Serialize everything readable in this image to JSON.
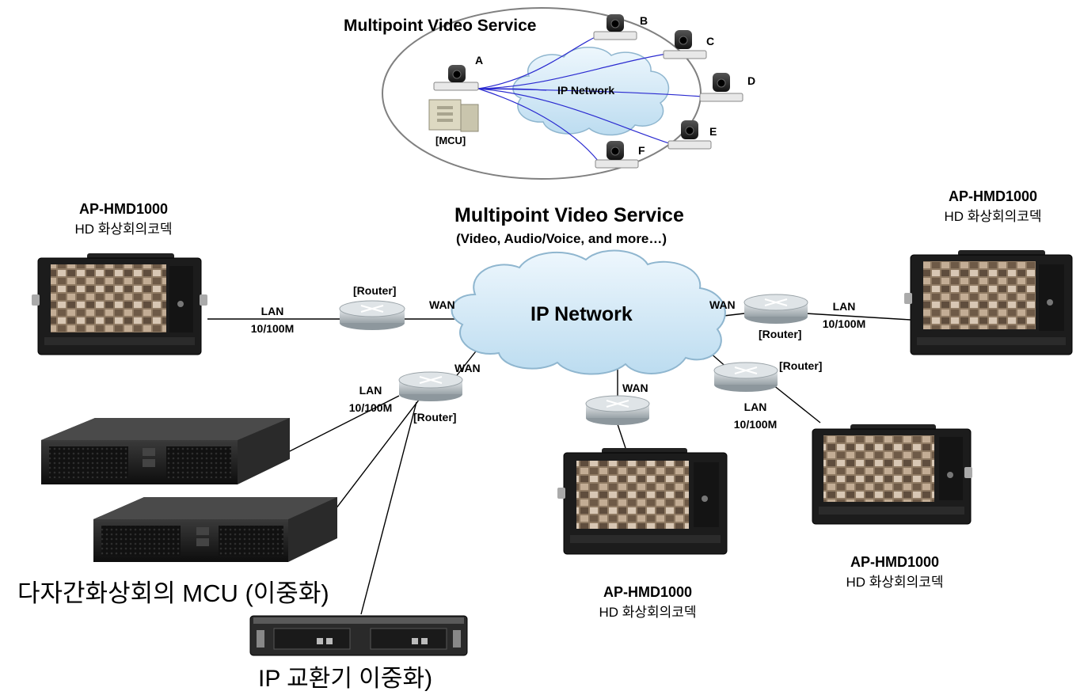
{
  "inset": {
    "title": "Multipoint Video Service",
    "network_label": "IP Network",
    "mcu_label": "[MCU]",
    "endpoints": [
      "A",
      "B",
      "C",
      "D",
      "E",
      "F"
    ]
  },
  "main": {
    "title": "Multipoint Video Service",
    "subtitle": "(Video, Audio/Voice, and more…)",
    "network_label": "IP Network"
  },
  "codecs": {
    "model": "AP-HMD1000",
    "desc": "HD 화상회의코덱"
  },
  "links": {
    "router": "[Router]",
    "wan": "WAN",
    "lan": "LAN",
    "speed": "10/100M"
  },
  "bottom": {
    "mcu_label": "다자간화상회의 MCU (이중화)",
    "pbx_label": "IP 교환기  이중화)"
  },
  "colors": {
    "cloud": "#d9ecf8",
    "router": "#c9cfd3",
    "screen": "#8a6d55",
    "chassis": "#1c1c1c",
    "link_blue": "#2a2ad0"
  }
}
